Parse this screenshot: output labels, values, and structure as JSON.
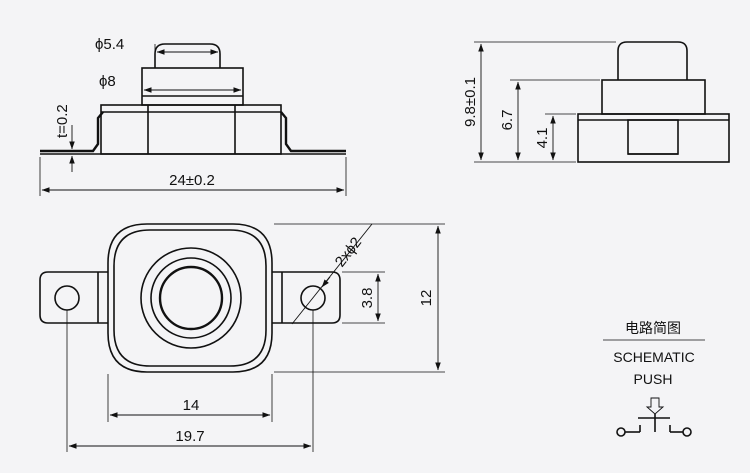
{
  "side_view": {
    "dim_button_dia": "ϕ5.4",
    "dim_cap_dia": "ϕ8",
    "dim_thickness": "t=0.2",
    "dim_width": "24±0.2"
  },
  "end_view": {
    "dim_total_height": "9.8±0.1",
    "dim_cap_height": "6.7",
    "dim_body_height": "4.1"
  },
  "top_view": {
    "dim_hole_dia": "2xϕ2",
    "dim_hole_height": "3.8",
    "dim_total_height": "12",
    "dim_body_width": "14",
    "dim_total_width": "19.7"
  },
  "schematic": {
    "title_cn": "电路简图",
    "title_en": "SCHEMATIC",
    "type_label": "PUSH"
  }
}
